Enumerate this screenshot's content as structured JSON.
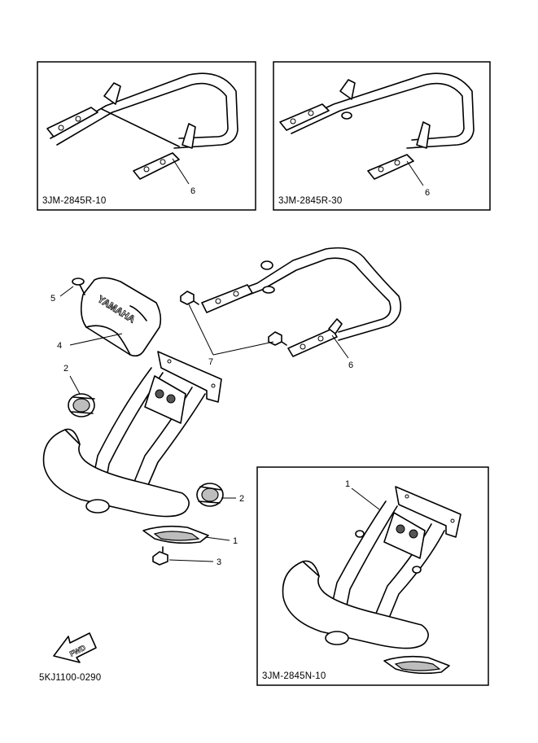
{
  "insets": [
    {
      "code": "3JM-2845R-10",
      "callouts": [
        "6"
      ]
    },
    {
      "code": "3JM-2845R-30",
      "callouts": [
        "6"
      ]
    },
    {
      "code": "3JM-2845N-10",
      "callouts": [
        "1"
      ]
    }
  ],
  "main": {
    "callouts": {
      "c1": "1",
      "c2a": "2",
      "c2b": "2",
      "c3": "3",
      "c4": "4",
      "c5": "5",
      "c6": "6",
      "c7": "7"
    },
    "cover_logo": "YAMAHA",
    "fwd_arrow": "FWD"
  },
  "figure_code": "5KJ1100-0290"
}
